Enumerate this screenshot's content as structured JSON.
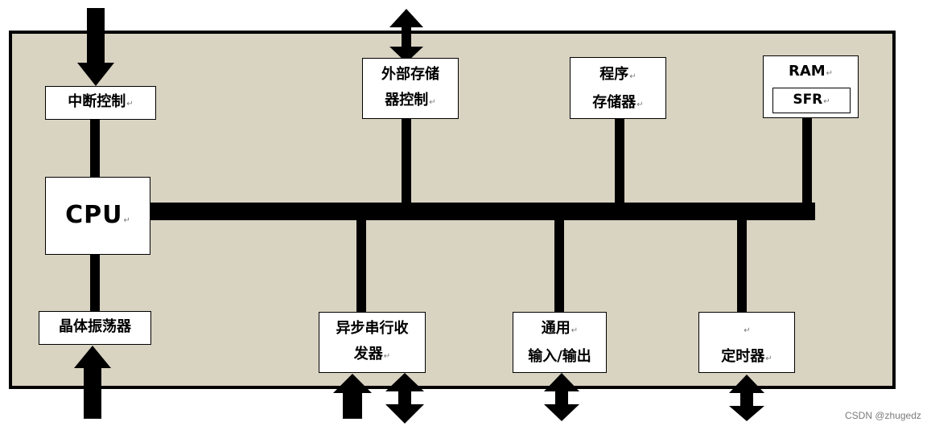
{
  "colors": {
    "chip_background": "#d9d3c2",
    "chip_border": "#000000",
    "bus": "#000000",
    "box_fill": "#ffffff"
  },
  "para_mark": "↵",
  "blocks": {
    "interrupt_control": {
      "lines": [
        "中断控制"
      ]
    },
    "cpu": {
      "lines": [
        "CPU"
      ]
    },
    "oscillator": {
      "lines": [
        "晶体振荡器"
      ]
    },
    "ext_mem_control": {
      "lines": [
        "外部存储",
        "器控制"
      ]
    },
    "program_memory": {
      "lines": [
        "程序",
        "存储器"
      ]
    },
    "ram": {
      "lines": [
        "RAM"
      ]
    },
    "sfr": {
      "lines": [
        "SFR"
      ]
    },
    "uart": {
      "lines": [
        "异步串行收",
        "发器"
      ]
    },
    "gpio": {
      "lines": [
        "通用",
        "输入/输出"
      ]
    },
    "timer": {
      "lines": [
        "",
        "定时器"
      ]
    }
  },
  "watermark": "CSDN @zhugedz"
}
